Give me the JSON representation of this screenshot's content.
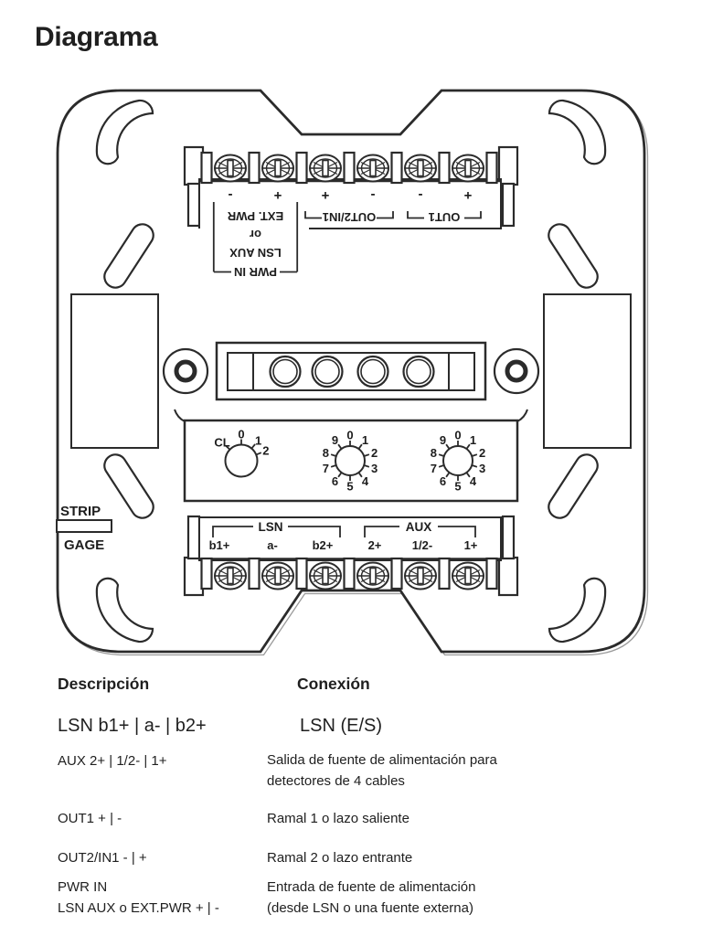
{
  "page": {
    "title": "Diagrama"
  },
  "colors": {
    "ink": "#2b2b2b",
    "text": "#1f1f1f",
    "background": "#ffffff"
  },
  "device": {
    "top_terminal": {
      "pwr_group": {
        "bracket_label": "PWR IN",
        "line2": "LSN AUX",
        "line3": "or",
        "line4": "EXT. PWR",
        "sign_left": "+",
        "sign_right": "-"
      },
      "out2_group": {
        "label": "OUT2/IN1",
        "sign_left": "-",
        "sign_right": "+"
      },
      "out1_group": {
        "label": "OUT1",
        "sign_left": "+",
        "sign_right": "-"
      }
    },
    "bottom_terminal": {
      "lsn_group": {
        "label": "LSN",
        "terminals": [
          "b1+",
          "a-",
          "b2+"
        ]
      },
      "aux_group": {
        "label": "AUX",
        "terminals": [
          "2+",
          "1/2-",
          "1+"
        ]
      }
    },
    "gauge": {
      "strip": "STRIP",
      "gage": "GAGE"
    },
    "rotary": {
      "cl_labels": [
        "CL",
        "0",
        "1",
        "2"
      ],
      "digits": [
        "0",
        "1",
        "2",
        "3",
        "4",
        "5",
        "6",
        "7",
        "8",
        "9"
      ]
    }
  },
  "table": {
    "headers": [
      "Descripción",
      "Conexión"
    ],
    "rows": [
      {
        "desc": "LSN b1+ | a- | b2+",
        "conn": "LSN (E/S)"
      },
      {
        "desc": "AUX 2+ | 1/2- | 1+",
        "conn": "Salida de fuente de alimentación para\ndetectores de 4 cables"
      },
      {
        "desc": "OUT1 + | -",
        "conn": "Ramal 1 o lazo saliente"
      },
      {
        "desc": "OUT2/IN1 - | +",
        "conn": "Ramal 2 o lazo entrante"
      },
      {
        "desc": "PWR IN\nLSN AUX o EXT.PWR + | -",
        "conn": "Entrada de fuente de alimentación\n(desde LSN o una fuente externa)"
      }
    ]
  }
}
